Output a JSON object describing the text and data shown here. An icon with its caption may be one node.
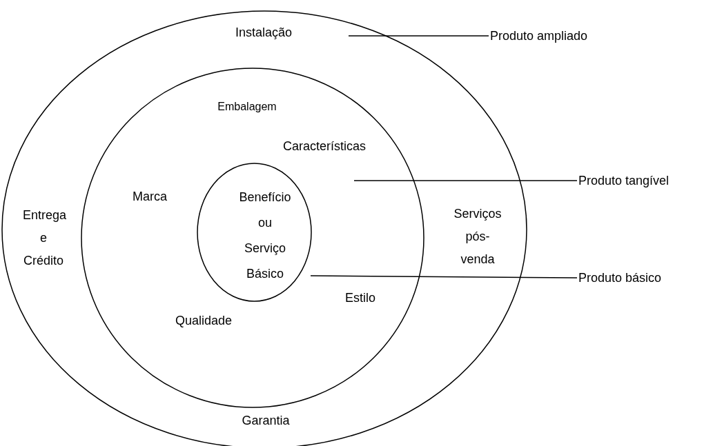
{
  "diagram": {
    "nodes": [
      {
        "text": [
          "Instalação",
          "Entrega e Crédito",
          "Serviços pós-venda",
          "Garantia"
        ]
      },
      {
        "text": [
          "Embalagem",
          "Características",
          "Marca",
          "Qualidade",
          "Estilo"
        ],
        "in": 0
      },
      {
        "text": [
          "Benefício ou Serviço Básico"
        ],
        "in": 1
      },
      {
        "text": [
          "Produto ampliado"
        ]
      },
      {
        "text": [
          "Produto tangível"
        ]
      },
      {
        "text": [
          "Produto básico"
        ]
      }
    ],
    "edges": [
      {
        "from": 3,
        "to": 0,
        "arrow": "none"
      },
      {
        "from": 4,
        "to": 1,
        "arrow": "none"
      },
      {
        "from": 5,
        "to": 2,
        "arrow": "none"
      }
    ]
  }
}
